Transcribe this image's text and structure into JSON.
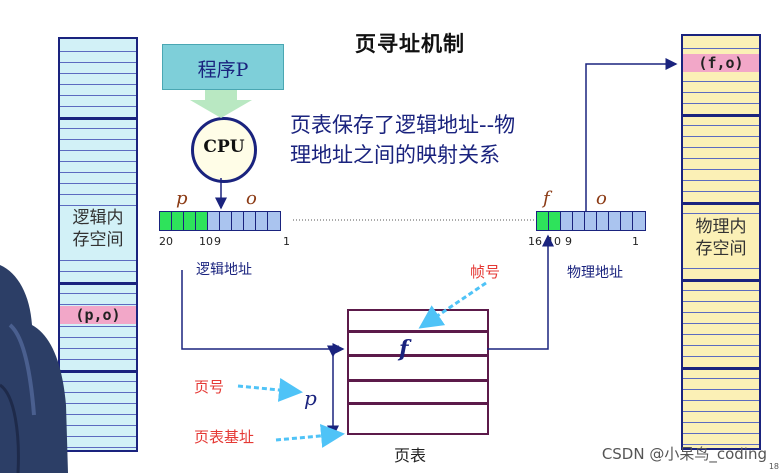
{
  "title": "页寻址机制",
  "program_label": "程序P",
  "cpu_label": "CPU",
  "note_line1": "页表保存了逻辑地址--物",
  "note_line2": "理地址之间的映射关系",
  "logical_memory": {
    "label_line1": "逻辑内",
    "label_line2": "存空间",
    "highlight": "(p,o)"
  },
  "physical_memory": {
    "label_line1": "物理内",
    "label_line2": "存空间",
    "highlight": "(f,o)"
  },
  "logical_address": {
    "p_label": "p",
    "o_label": "o",
    "bit_20": "20",
    "bit_10": "10",
    "bit_9": "9",
    "bit_1": "1",
    "caption": "逻辑地址"
  },
  "physical_address": {
    "f_label": "f",
    "o_label": "o",
    "bit_16": "16",
    "bit_10": "10",
    "bit_9": "9",
    "bit_1": "1",
    "caption": "物理地址"
  },
  "page_table": {
    "entry": "f",
    "caption": "页表"
  },
  "labels": {
    "frame_number": "帧号",
    "page_number": "页号",
    "page_table_base": "页表基址",
    "p_offset": "p"
  },
  "watermark": "CSDN @小呆鸟_coding",
  "page_number": "18",
  "colors": {
    "logical_memory_fill": "#d2f1f7",
    "physical_memory_fill": "#fbf0b6",
    "highlight": "#f2a7c8",
    "page_bits": "#2ee35b",
    "offset_bits": "#aac4ef",
    "arrow": "#1a237e",
    "dashed_arrow": "#4fc3f7",
    "red_text": "#e53935"
  }
}
